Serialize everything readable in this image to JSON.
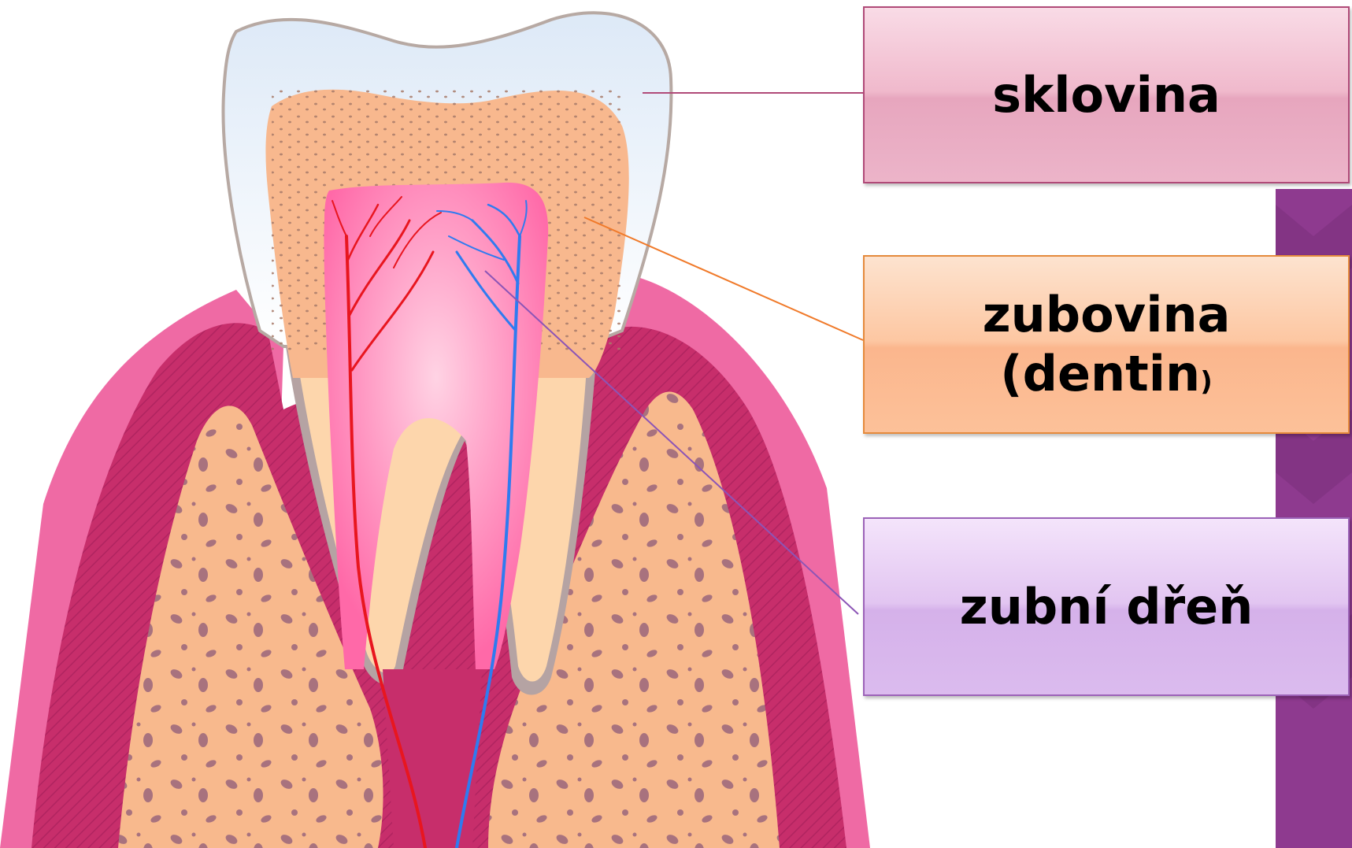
{
  "diagram": {
    "parts": [
      "enamel",
      "dentin",
      "pulp",
      "gum",
      "bone",
      "blood-vessels"
    ],
    "colors": {
      "enamel": "#e8f1fb",
      "dentin": "#f8b88e",
      "pulp": "#ff6aa9",
      "gum": "#ef6aa4",
      "bone": "#f8b98d",
      "artery": "#e8161f",
      "vein": "#2f7bf0",
      "side_band": "#8e3a8f"
    }
  },
  "labels": {
    "enamel": {
      "text": "sklovina",
      "line_color": "#b04a78"
    },
    "dentin": {
      "line1": "zubovina",
      "line2_main": "(dentin",
      "line2_paren": ")",
      "line_color": "#f07a2a"
    },
    "pulp": {
      "text": "zubní dřeň",
      "line_color": "#8c55b6"
    }
  }
}
